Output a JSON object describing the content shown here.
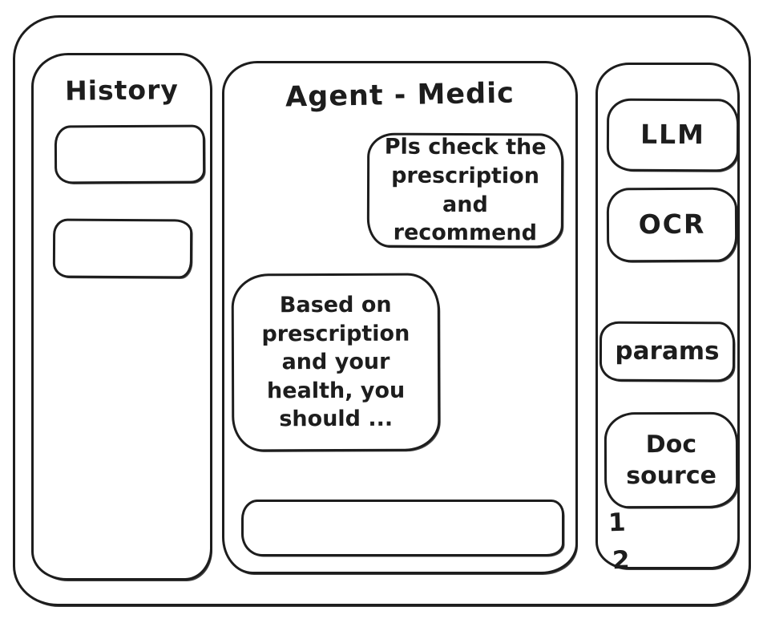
{
  "history_panel": {
    "title": "History",
    "items": [
      {
        "label": ""
      },
      {
        "label": ""
      }
    ]
  },
  "chat_panel": {
    "title": "Agent - Medic",
    "messages": [
      {
        "role": "user",
        "text": "Pls check the prescription and recommend"
      },
      {
        "role": "assistant",
        "text": "Based on prescription and your health, you should ..."
      }
    ],
    "input": {
      "value": "",
      "placeholder": ""
    }
  },
  "tools_panel": {
    "buttons": [
      {
        "label": "LLM"
      },
      {
        "label": "OCR"
      },
      {
        "label": "params"
      },
      {
        "label": "Doc source"
      }
    ],
    "doc_source_items": [
      "1",
      "2"
    ]
  },
  "colors": {
    "ink": "#1d1d1d",
    "background": "#ffffff"
  }
}
